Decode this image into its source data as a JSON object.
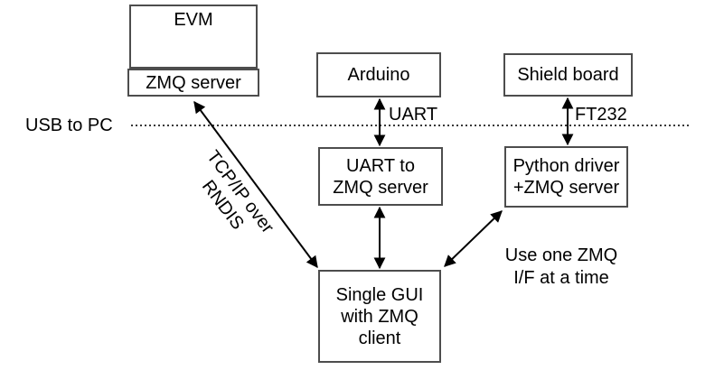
{
  "diagram": {
    "background": "#ffffff",
    "border_color": "#4d4d4d",
    "line_color": "#000000",
    "text_color": "#000000"
  },
  "nodes": {
    "evm": {
      "label": "EVM"
    },
    "zmq_server": {
      "label": "ZMQ server"
    },
    "arduino": {
      "label": "Arduino"
    },
    "shield_board": {
      "label": "Shield board"
    },
    "uart_zmq_server": {
      "label": "UART to\nZMQ server"
    },
    "python_driver": {
      "label": "Python driver\n+ZMQ server"
    },
    "single_gui": {
      "label": "Single GUI\nwith ZMQ\nclient"
    }
  },
  "labels": {
    "usb_to_pc": "USB to PC",
    "uart": "UART",
    "ft232": "FT232",
    "tcpip_rndis": "TCP/IP over\nRNDIS",
    "use_one_zmq": "Use one ZMQ\nI/F at a time"
  }
}
